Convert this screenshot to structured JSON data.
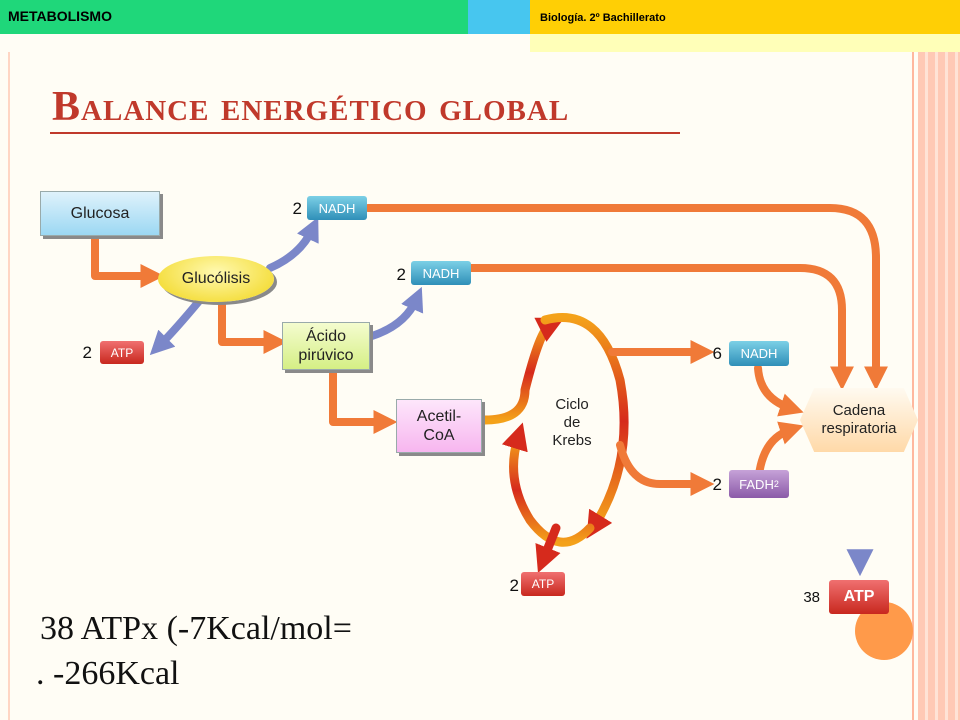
{
  "header": {
    "section_label": "METABOLISMO",
    "course_label": "Biología. 2º Bachillerato",
    "colors": {
      "green": "#1fd77a",
      "cyan": "#47c6ef",
      "yellow": "#ffcf05",
      "cream": "#ffffb8"
    }
  },
  "title": "Balance energético global",
  "diagram": {
    "nodes": {
      "glucosa": "Glucosa",
      "glucolisis": "Glucólisis",
      "acido_piruvico": "Ácido\npirúvico",
      "acetil_coa": "Acetil-\nCoA",
      "ciclo_krebs": "Ciclo\nde\nKrebs",
      "cadena_respiratoria": "Cadena\nrespiratoria"
    },
    "products": {
      "glucolisis_atp": {
        "count": "2",
        "label": "ATP"
      },
      "glucolisis_nadh": {
        "count": "2",
        "label": "NADH"
      },
      "piruvico_nadh": {
        "count": "2",
        "label": "NADH"
      },
      "krebs_nadh": {
        "count": "6",
        "label": "NADH"
      },
      "krebs_fadh": {
        "count": "2",
        "label": "FADH",
        "subscript": "2"
      },
      "krebs_atp": {
        "count": "2",
        "label": "ATP"
      },
      "total_atp": {
        "count": "38",
        "label": "ATP"
      }
    }
  },
  "calculation": {
    "line1": "38 ATPx (-7Kcal/mol=",
    "line2": ". -266Kcal"
  }
}
